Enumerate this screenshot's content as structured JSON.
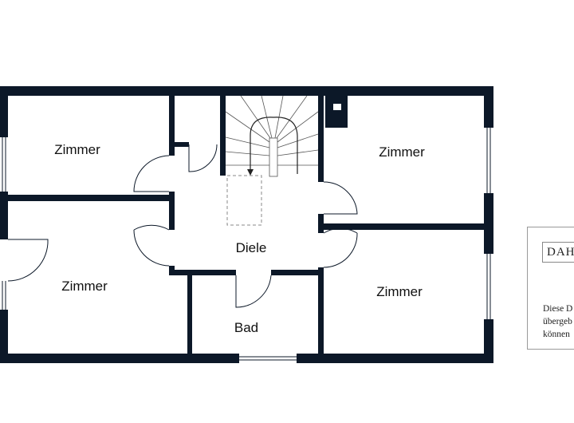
{
  "rooms": {
    "zimmer_top_left": "Zimmer",
    "zimmer_bottom_left": "Zimmer",
    "zimmer_top_right": "Zimmer",
    "zimmer_bottom_right": "Zimmer",
    "diele": "Diele",
    "bad": "Bad"
  },
  "card": {
    "brand": "DAH",
    "note_lines": [
      "Diese D",
      "übergeb",
      "können"
    ]
  },
  "colors": {
    "wall": "#0c1828"
  }
}
